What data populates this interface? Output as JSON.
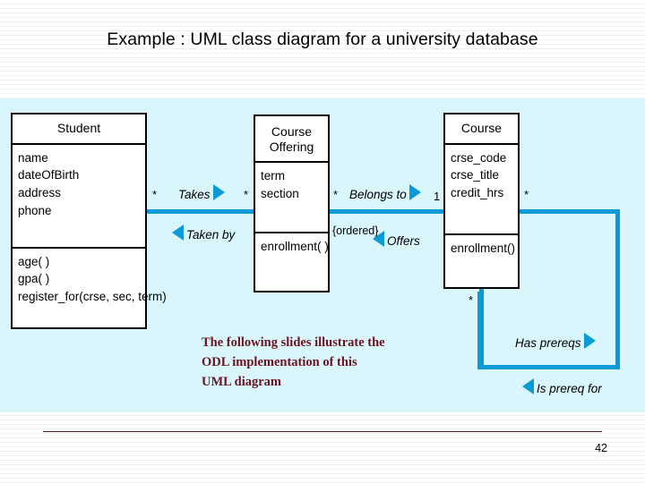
{
  "slide": {
    "title": "Example : UML class diagram for a university database",
    "page_number": "42",
    "accent_color": "#0c9ad6",
    "canvas_color": "#d9f6fc",
    "note_color": "#6b1420"
  },
  "classes": [
    {
      "name": "Student",
      "attributes": [
        "name",
        "dateOfBirth",
        "address",
        "phone"
      ],
      "operations": [
        "age( )",
        "gpa( )",
        "register_for(crse, sec, term)"
      ]
    },
    {
      "name_line1": "Course",
      "name_line2": "Offering",
      "attributes": [
        "term",
        "section"
      ],
      "operations": [
        "enrollment( )"
      ]
    },
    {
      "name": "Course",
      "attributes": [
        "crse_code",
        "crse_title",
        "credit_hrs"
      ],
      "operations": [
        "enrollment()"
      ]
    }
  ],
  "associations": {
    "takes": "Takes",
    "taken_by": "Taken by",
    "belongs_to": "Belongs to",
    "offers": "Offers",
    "has_prereqs": "Has prereqs",
    "is_prereq_for": "Is prereq for",
    "ordered_constraint": "{ordered}"
  },
  "multiplicities": {
    "student_side": "*",
    "offering_left": "*",
    "offering_right": "*",
    "course_left": "1",
    "course_right": "*",
    "course_bottom": "*"
  },
  "note": {
    "line1": "The following slides illustrate the",
    "line2": "ODL implementation of this",
    "line3": "UML diagram"
  }
}
